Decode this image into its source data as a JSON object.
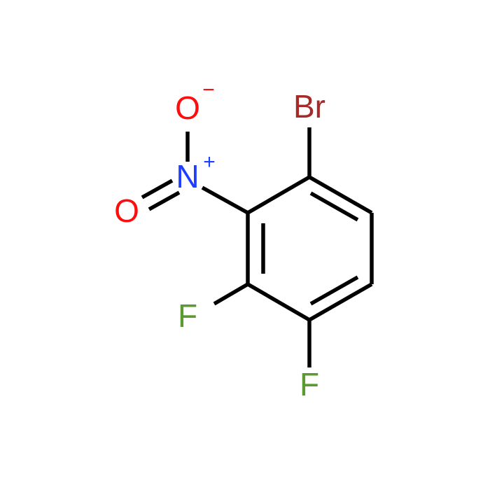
{
  "molecule": {
    "atoms": {
      "br": "Br",
      "n": "N",
      "o_minus": "O",
      "o_double": "O",
      "f_top": "F",
      "f_bottom": "F"
    },
    "charges": {
      "n_plus": "+",
      "o_minus": "−"
    },
    "colors": {
      "bond": "#000000",
      "bromine": "#a52a2a",
      "nitrogen": "#1f3fff",
      "oxygen": "#ff0d0d",
      "fluorine": "#5a9a2e"
    }
  }
}
